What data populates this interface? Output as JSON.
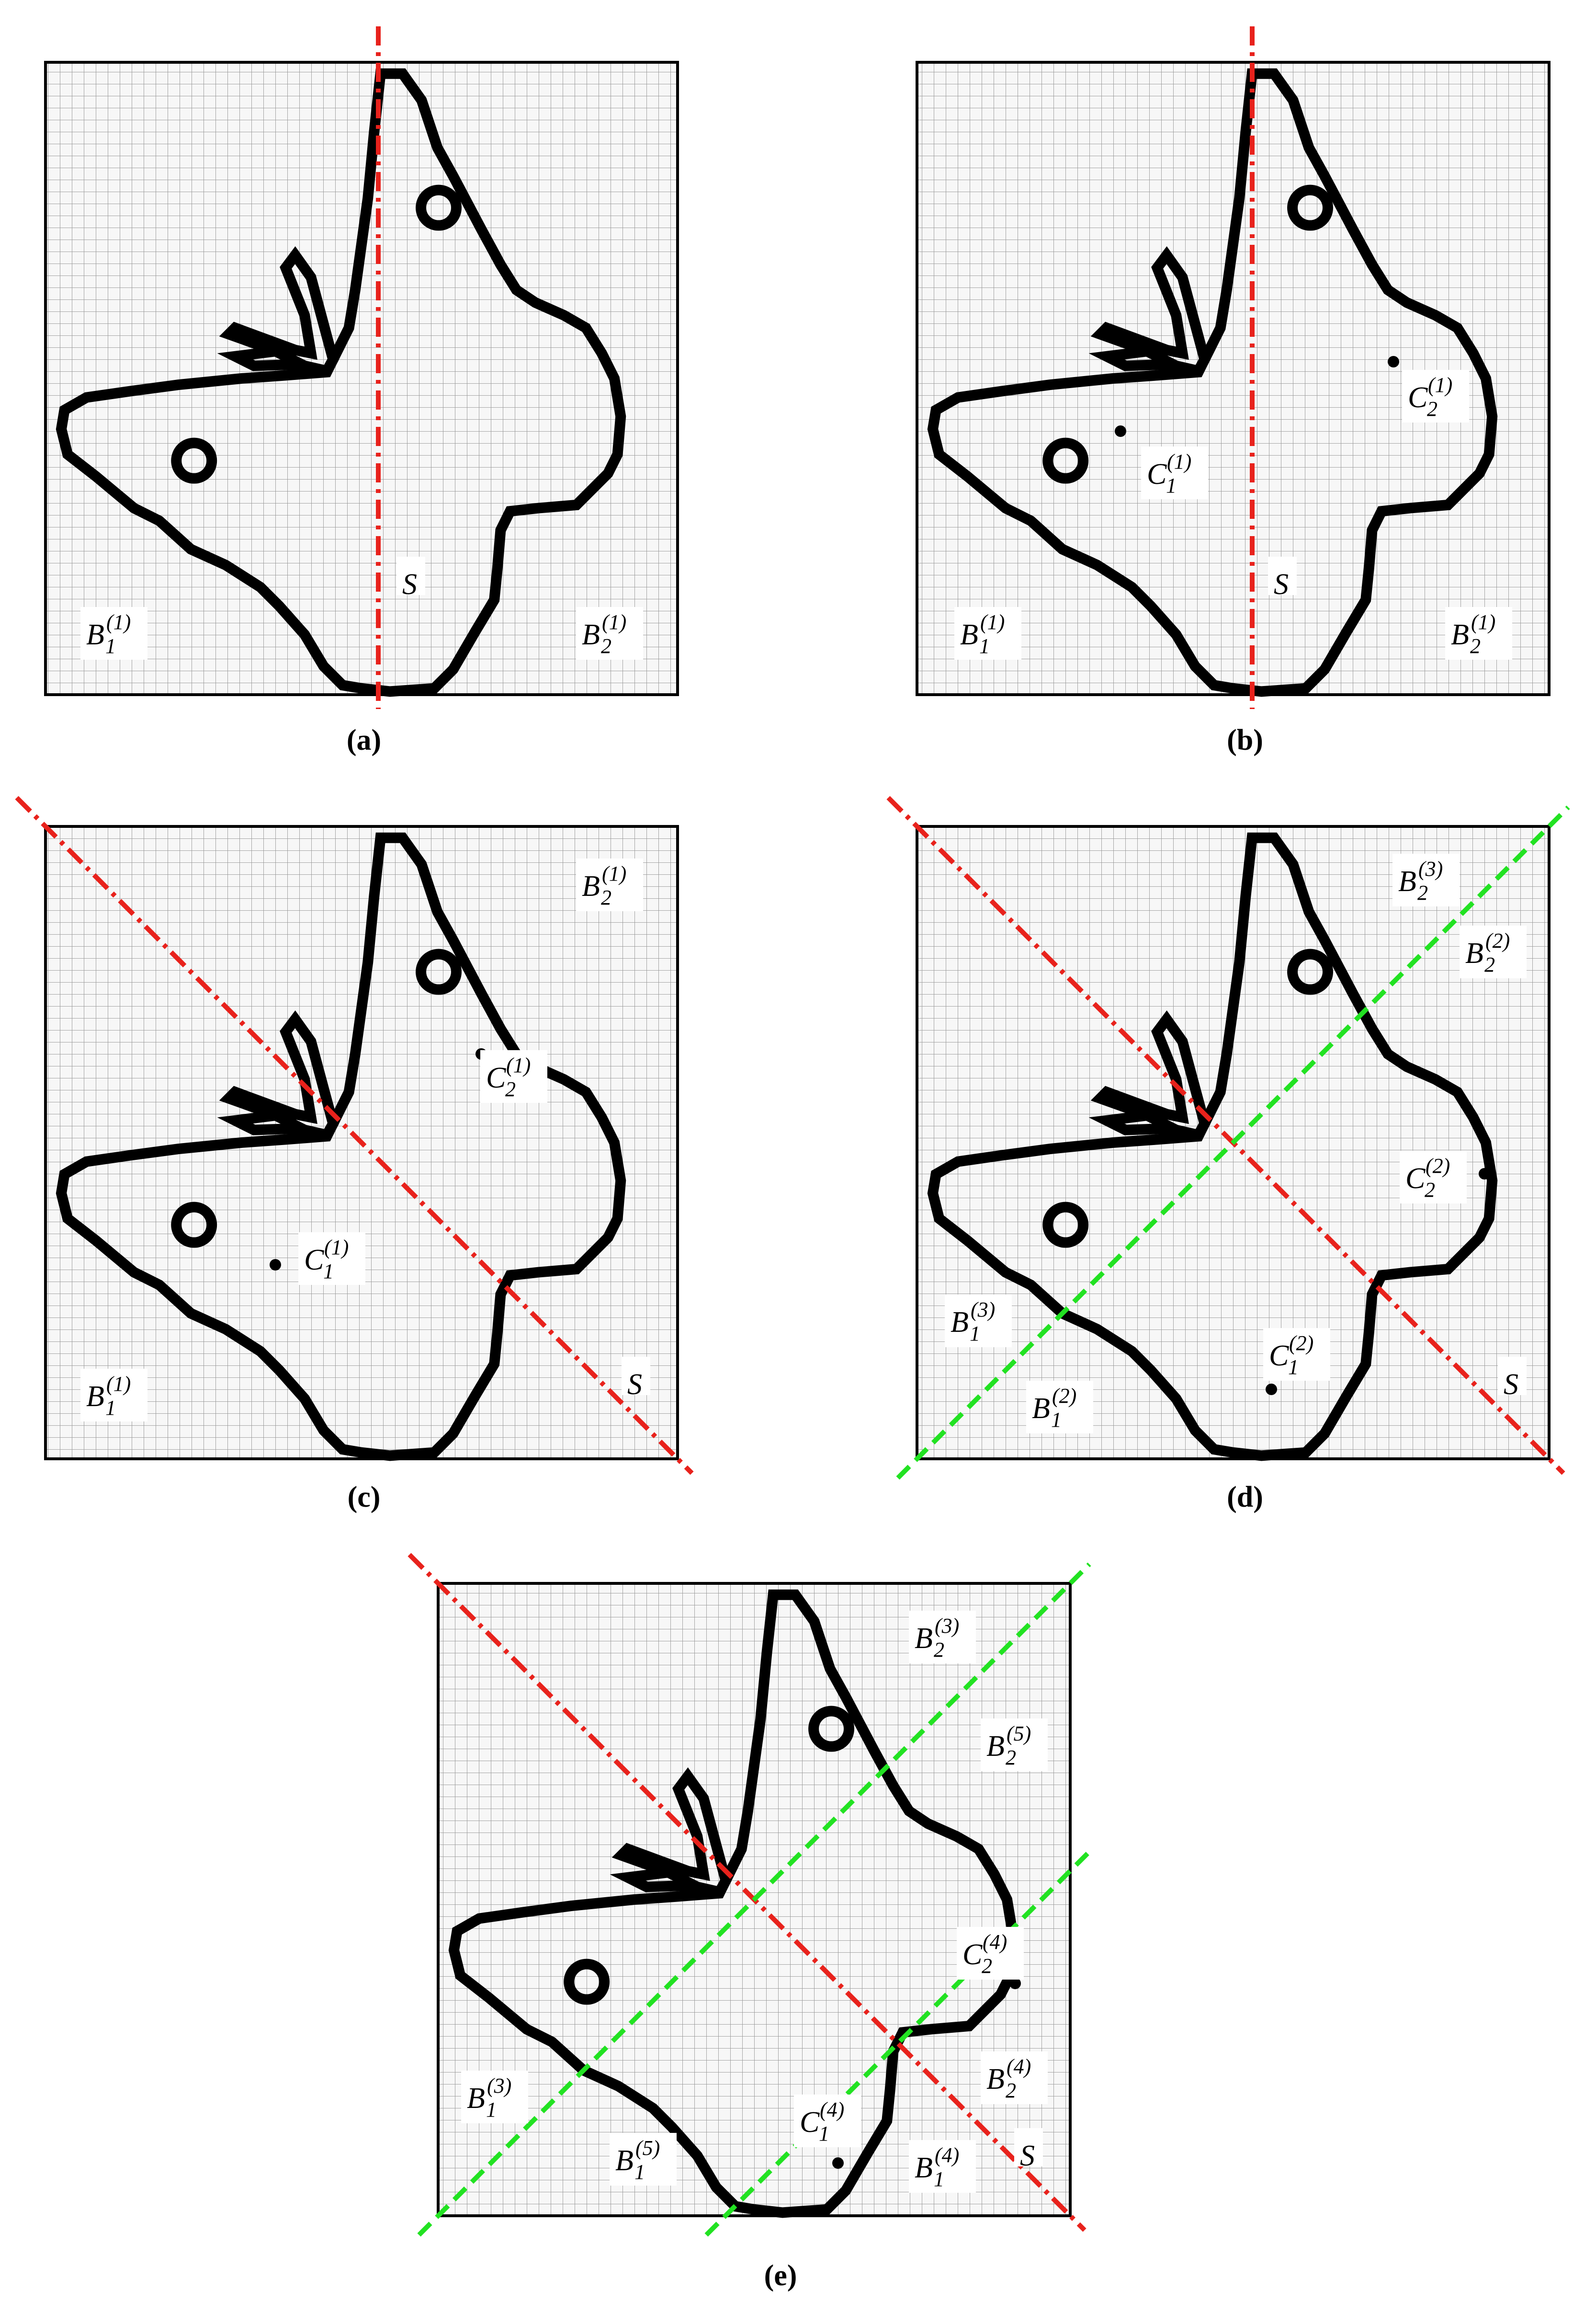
{
  "figure": {
    "colors": {
      "grid_line": "#9a9a9a",
      "grid_bg": "#f7f7f7",
      "frame": "#000000",
      "contour": "#000000",
      "split_line": "#e8221c",
      "aux_line": "#22e222",
      "label_bg": "#ffffff"
    },
    "contour_shape": "butterfly",
    "panels": [
      {
        "caption": "(a)",
        "labels": [
          {
            "id": "s",
            "base": "S",
            "sub": "",
            "sup": ""
          },
          {
            "id": "b1",
            "base": "B",
            "sub": "1",
            "sup": "(1)"
          },
          {
            "id": "b2",
            "base": "B",
            "sub": "2",
            "sup": "(1)"
          }
        ]
      },
      {
        "caption": "(b)",
        "labels": [
          {
            "id": "s",
            "base": "S",
            "sub": "",
            "sup": ""
          },
          {
            "id": "b1",
            "base": "B",
            "sub": "1",
            "sup": "(1)"
          },
          {
            "id": "b2",
            "base": "B",
            "sub": "2",
            "sup": "(1)"
          },
          {
            "id": "c1",
            "base": "C",
            "sub": "1",
            "sup": "(1)"
          },
          {
            "id": "c2",
            "base": "C",
            "sub": "2",
            "sup": "(1)"
          }
        ]
      },
      {
        "caption": "(c)",
        "labels": [
          {
            "id": "s",
            "base": "S",
            "sub": "",
            "sup": ""
          },
          {
            "id": "b1",
            "base": "B",
            "sub": "1",
            "sup": "(1)"
          },
          {
            "id": "b2",
            "base": "B",
            "sub": "2",
            "sup": "(1)"
          },
          {
            "id": "c1",
            "base": "C",
            "sub": "1",
            "sup": "(1)"
          },
          {
            "id": "c2",
            "base": "C",
            "sub": "2",
            "sup": "(1)"
          }
        ]
      },
      {
        "caption": "(d)",
        "labels": [
          {
            "id": "s",
            "base": "S",
            "sub": "",
            "sup": ""
          },
          {
            "id": "b13",
            "base": "B",
            "sub": "1",
            "sup": "(3)"
          },
          {
            "id": "b12",
            "base": "B",
            "sub": "1",
            "sup": "(2)"
          },
          {
            "id": "b23",
            "base": "B",
            "sub": "2",
            "sup": "(3)"
          },
          {
            "id": "b22",
            "base": "B",
            "sub": "2",
            "sup": "(2)"
          },
          {
            "id": "c1",
            "base": "C",
            "sub": "1",
            "sup": "(2)"
          },
          {
            "id": "c2",
            "base": "C",
            "sub": "2",
            "sup": "(2)"
          }
        ]
      },
      {
        "caption": "(e)",
        "labels": [
          {
            "id": "s",
            "base": "S",
            "sub": "",
            "sup": ""
          },
          {
            "id": "b23",
            "base": "B",
            "sub": "2",
            "sup": "(3)"
          },
          {
            "id": "b25",
            "base": "B",
            "sub": "2",
            "sup": "(5)"
          },
          {
            "id": "b24",
            "base": "B",
            "sub": "2",
            "sup": "(4)"
          },
          {
            "id": "b13",
            "base": "B",
            "sub": "1",
            "sup": "(3)"
          },
          {
            "id": "b15",
            "base": "B",
            "sub": "1",
            "sup": "(5)"
          },
          {
            "id": "b14",
            "base": "B",
            "sub": "1",
            "sup": "(4)"
          },
          {
            "id": "c1",
            "base": "C",
            "sub": "1",
            "sup": "(4)"
          },
          {
            "id": "c2",
            "base": "C",
            "sub": "2",
            "sup": "(4)"
          }
        ]
      }
    ]
  }
}
